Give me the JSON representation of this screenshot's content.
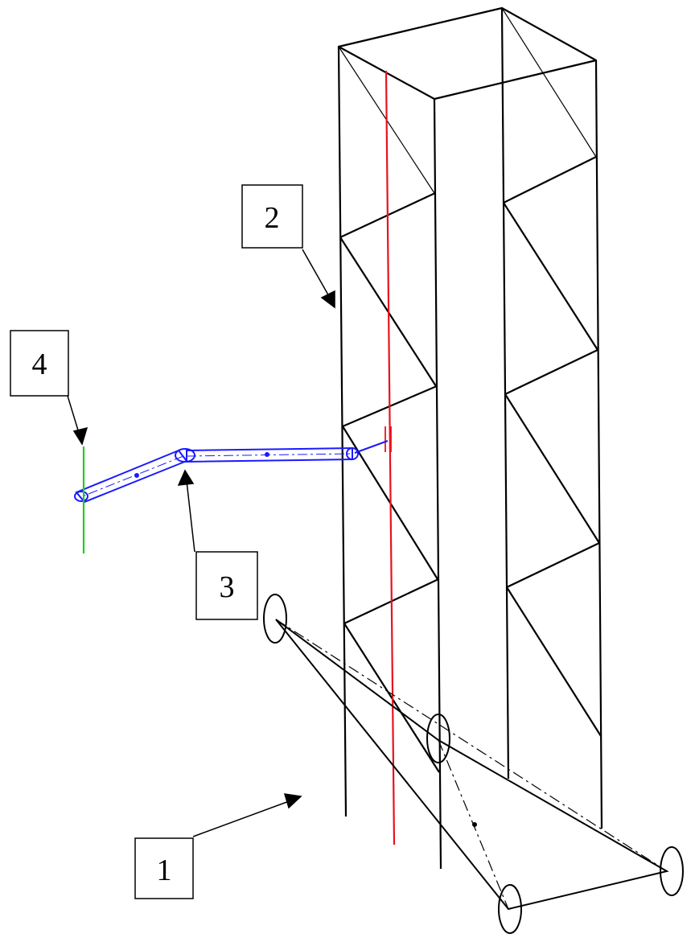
{
  "callouts": [
    {
      "id": "1",
      "text": "1"
    },
    {
      "id": "2",
      "text": "2"
    },
    {
      "id": "3",
      "text": "3"
    },
    {
      "id": "4",
      "text": "4"
    }
  ],
  "colors": {
    "structure": "#000000",
    "axis_line": "#e8121e",
    "arm": "#1a1aff",
    "vertical_marker": "#22cc22"
  }
}
